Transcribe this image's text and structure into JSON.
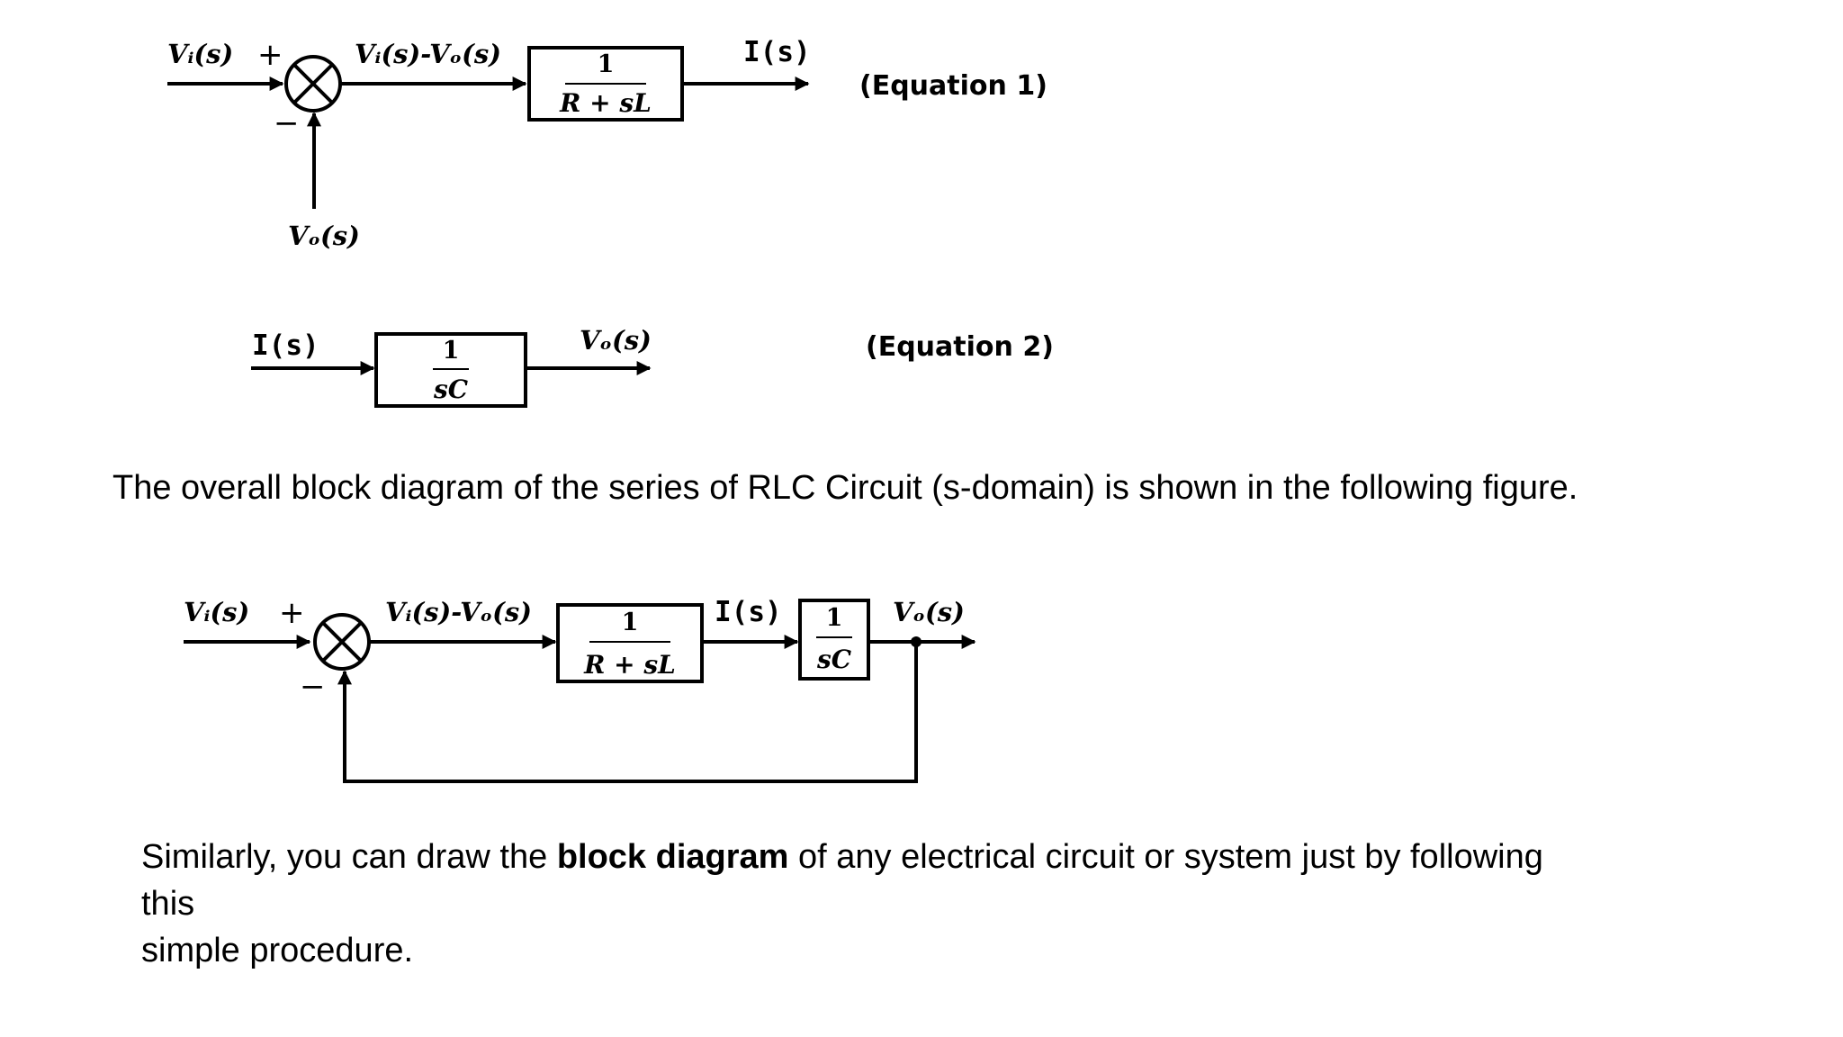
{
  "diagram1": {
    "input_label": "Vᵢ(s)",
    "plus": "+",
    "minus": "−",
    "error_label": "Vᵢ(s)-Vₒ(s)",
    "block": {
      "numerator": "1",
      "denominator": "R + sL"
    },
    "output_label": "I(s)",
    "feedback_label": "Vₒ(s)",
    "equation_label": "(Equation 1)"
  },
  "diagram2": {
    "input_label": "I(s)",
    "block": {
      "numerator": "1",
      "denominator": "sC"
    },
    "output_label": "Vₒ(s)",
    "equation_label": "(Equation 2)"
  },
  "caption": "The overall block diagram of the series of RLC Circuit (s-domain) is shown in the following figure.",
  "diagram3": {
    "input_label": "Vᵢ(s)",
    "plus": "+",
    "minus": "−",
    "error_label": "Vᵢ(s)-Vₒ(s)",
    "block1": {
      "numerator": "1",
      "denominator": "R + sL"
    },
    "mid_label": "I(s)",
    "block2": {
      "numerator": "1",
      "denominator": "sC"
    },
    "output_label": "Vₒ(s)"
  },
  "footer": {
    "part1": "Similarly, you can draw the ",
    "bold": "block diagram",
    "part2": " of any electrical circuit or system just by following",
    "line2": "this",
    "line3": "simple procedure."
  }
}
